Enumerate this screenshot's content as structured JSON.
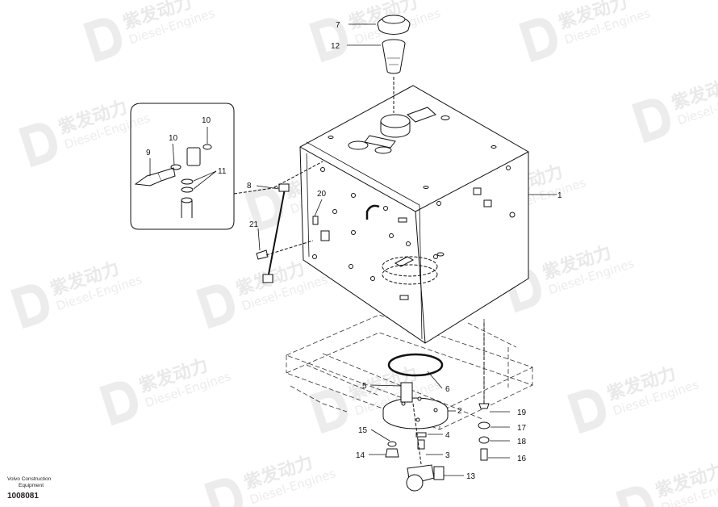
{
  "watermark": {
    "brand_cn": "紫发动力",
    "brand_en": "Diesel-Engines"
  },
  "callouts": [
    {
      "id": "c1",
      "text": "1"
    },
    {
      "id": "c2",
      "text": "2"
    },
    {
      "id": "c3",
      "text": "3"
    },
    {
      "id": "c4",
      "text": "4"
    },
    {
      "id": "c5",
      "text": "5"
    },
    {
      "id": "c6",
      "text": "6"
    },
    {
      "id": "c7",
      "text": "7"
    },
    {
      "id": "c8",
      "text": "8"
    },
    {
      "id": "c9",
      "text": "9"
    },
    {
      "id": "c10a",
      "text": "10"
    },
    {
      "id": "c10b",
      "text": "10"
    },
    {
      "id": "c11",
      "text": "11"
    },
    {
      "id": "c12",
      "text": "12"
    },
    {
      "id": "c13",
      "text": "13"
    },
    {
      "id": "c14",
      "text": "14"
    },
    {
      "id": "c15",
      "text": "15"
    },
    {
      "id": "c16",
      "text": "16"
    },
    {
      "id": "c17",
      "text": "17"
    },
    {
      "id": "c18",
      "text": "18"
    },
    {
      "id": "c19",
      "text": "19"
    },
    {
      "id": "c20",
      "text": "20"
    },
    {
      "id": "c21",
      "text": "21"
    }
  ],
  "footer": {
    "caption_line1": "Volvo Construction",
    "caption_line2": "Equipment",
    "document_number": "1008081"
  }
}
